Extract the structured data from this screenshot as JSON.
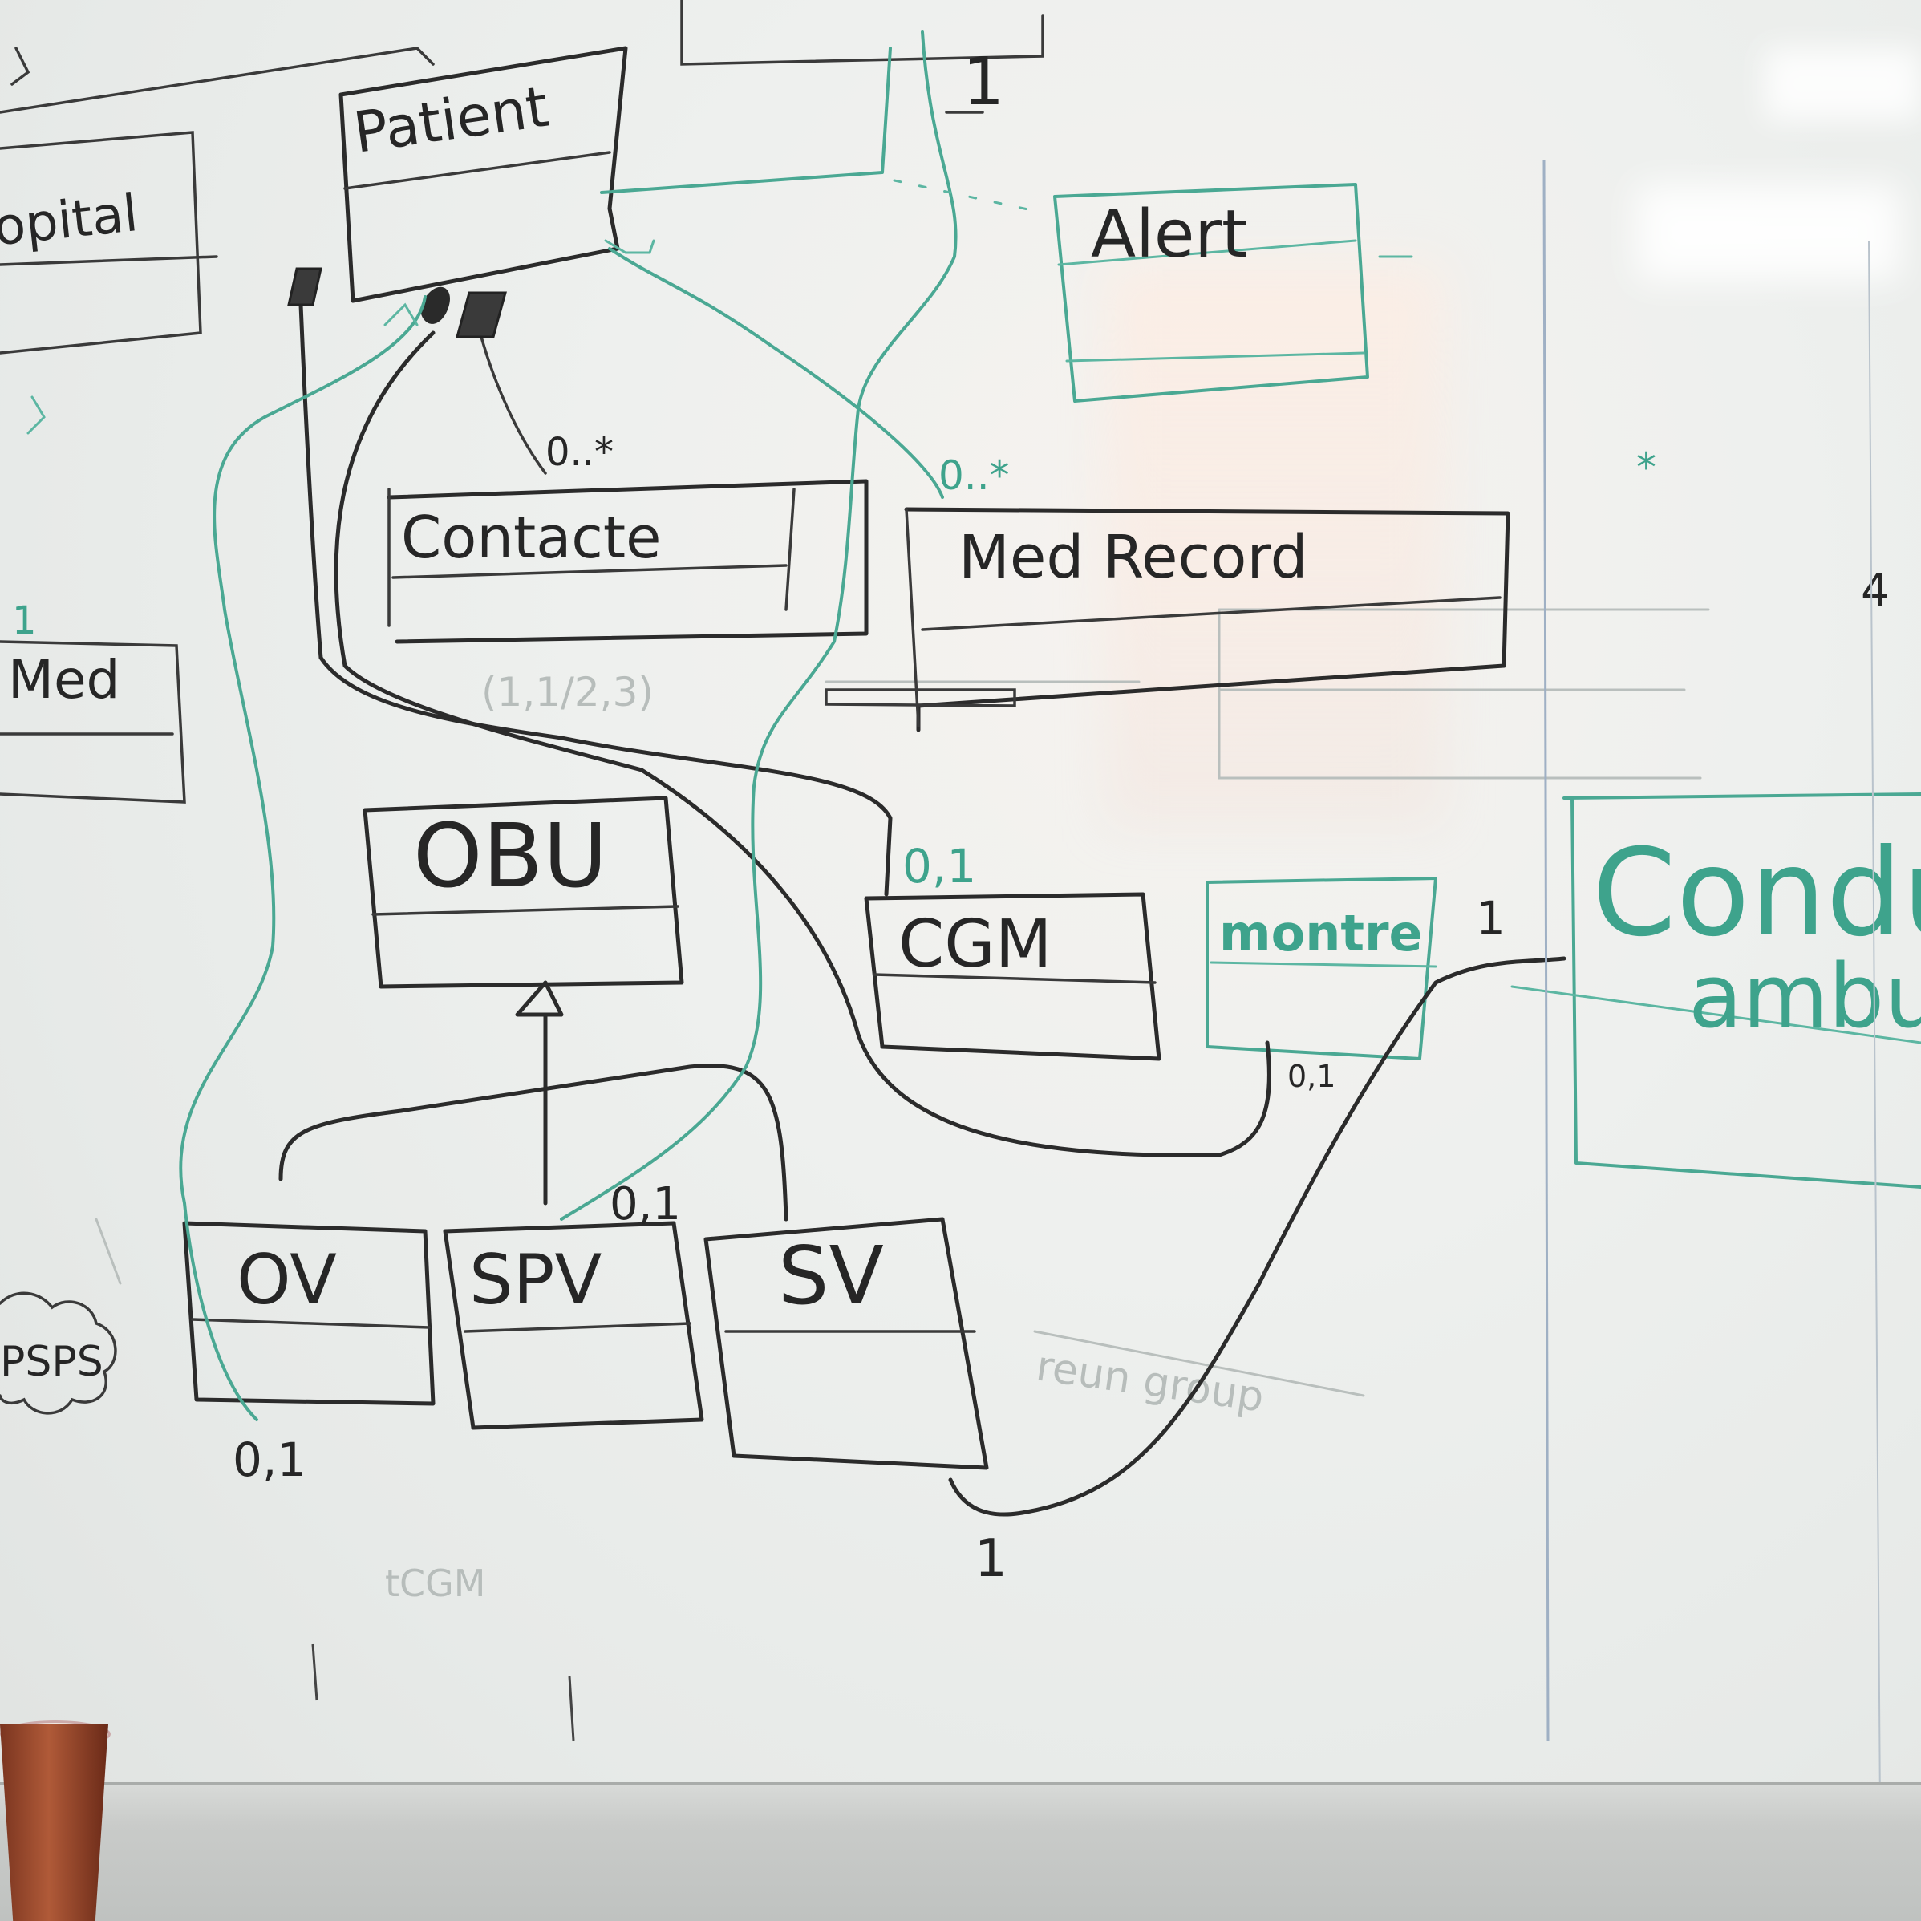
{
  "classes": {
    "hospital": "opital",
    "patient": "Patient",
    "alert": "Alert",
    "contacte": "Contacte",
    "med_record": "Med Record",
    "med": "Med",
    "obu": "OBU",
    "cgm": "CGM",
    "montre": "montre",
    "conducteur_line1": "Conduct",
    "conducteur_line2": "ambul",
    "ov": "OV",
    "spv": "SPV",
    "sv": "SV",
    "psps": "PSPS"
  },
  "multiplicities": {
    "contacte": "0..*",
    "med_record": "0..*",
    "top_right_one": "1",
    "med_one": "1",
    "cgm": "0,1",
    "montre_conducteur": "1",
    "montre_bottom": "0,1",
    "spv": "0,1",
    "ov": "0,1",
    "sv": "1",
    "right_edge_four": "4"
  },
  "ghost_text": {
    "numbers": "(1,1/2,3)",
    "group": "reun group",
    "faint_label": "tCGM"
  },
  "colors": {
    "black_marker": "#2b2b2b",
    "teal_marker": "#4aa893",
    "board": "#eef0ee",
    "cup": "#b05a38"
  }
}
